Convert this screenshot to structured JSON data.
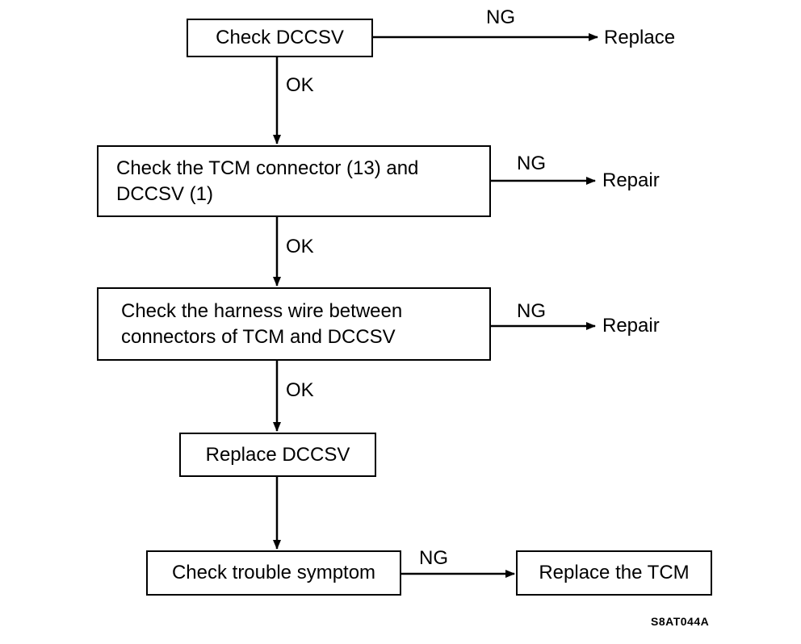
{
  "steps": {
    "check_dccsv": "Check DCCSV",
    "check_connector": [
      "Check the TCM connector (13) and",
      "DCCSV (1)"
    ],
    "check_harness": [
      "Check the harness wire between",
      "connectors of TCM and DCCSV"
    ],
    "replace_dccsv": "Replace DCCSV",
    "check_symptom": "Check trouble symptom",
    "replace_tcm": "Replace the TCM"
  },
  "outcomes": {
    "ng": "NG",
    "ok": "OK",
    "replace": "Replace",
    "repair": "Repair"
  },
  "figure_code": "S8AT044A"
}
